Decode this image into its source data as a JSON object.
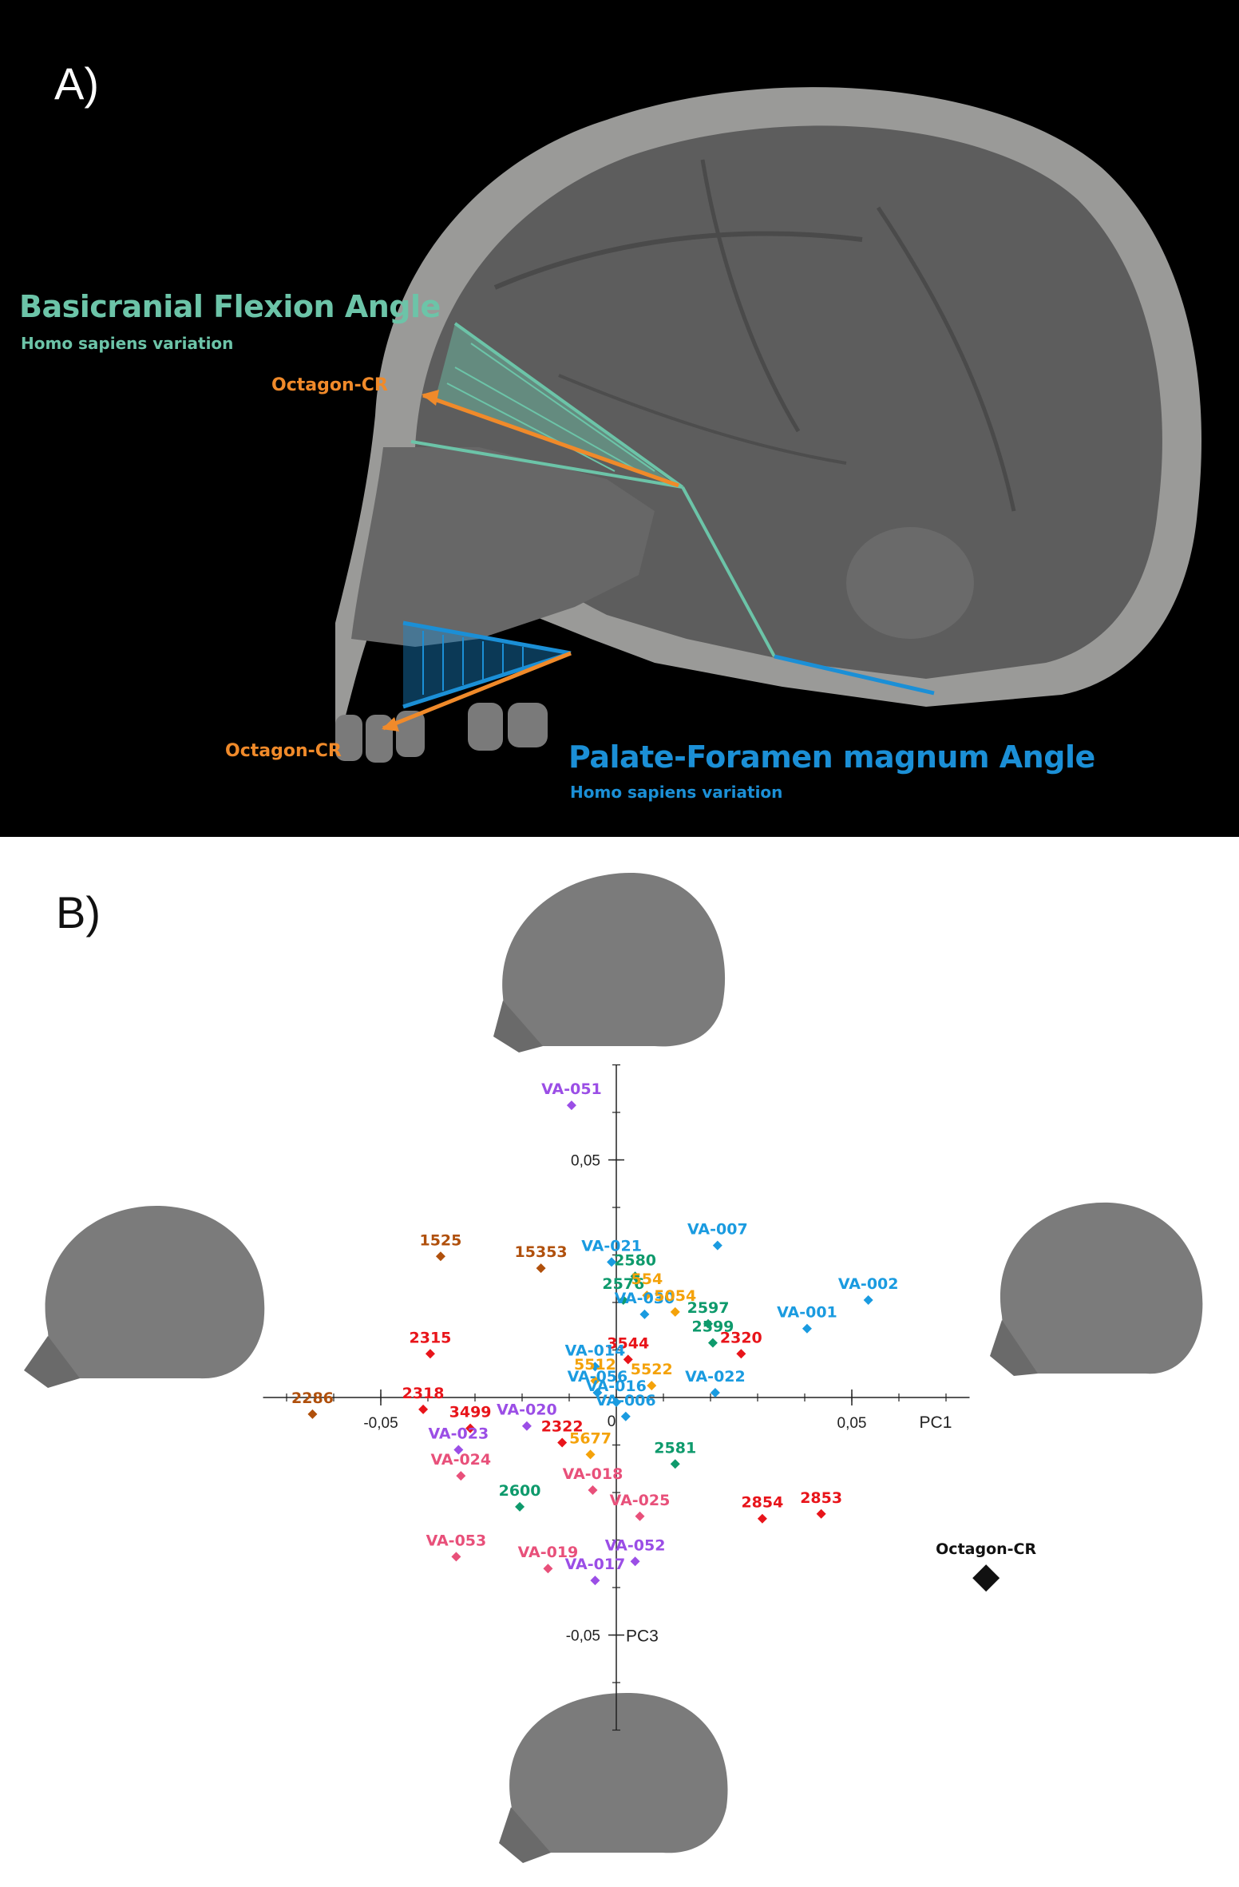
{
  "panel_a": {
    "label": "A)",
    "basicranial_title": "Basicranial Flexion Angle",
    "basicranial_sub": "Homo sapiens variation",
    "octagon_label_1": "Octagon-CR",
    "octagon_label_2": "Octagon-CR",
    "palate_title": "Palate-Foramen magnum Angle",
    "palate_sub": "Homo sapiens variation"
  },
  "panel_b": {
    "label": "B)"
  },
  "chart_data": {
    "type": "scatter",
    "title": "",
    "xlabel": "PC1",
    "ylabel": "PC3",
    "xlim": [
      -0.075,
      0.075
    ],
    "ylim": [
      -0.07,
      0.07
    ],
    "xticks": [
      -0.05,
      0.05
    ],
    "yticks": [
      0.05,
      -0.05
    ],
    "xtick_labels": [
      "-0,05",
      "0,05"
    ],
    "ytick_labels": [
      "0,05",
      "-0,05"
    ],
    "origin_label": "0",
    "grid": false,
    "colors": {
      "blue": "#1a9be0",
      "green": "#0e9a6c",
      "red": "#e8141a",
      "orange": "#f4a20a",
      "purple": "#9b4ee6",
      "pink": "#e8507a",
      "brown": "#b0500c",
      "black": "#111111"
    },
    "points": [
      {
        "label": "VA-051",
        "x": -0.0095,
        "y": 0.0615,
        "color": "purple"
      },
      {
        "label": "1525",
        "x": -0.0373,
        "y": 0.0297,
        "color": "brown"
      },
      {
        "label": "15353",
        "x": -0.016,
        "y": 0.0272,
        "color": "brown"
      },
      {
        "label": "VA-021",
        "x": -0.001,
        "y": 0.0285,
        "color": "blue"
      },
      {
        "label": "2580",
        "x": 0.004,
        "y": 0.0255,
        "color": "green"
      },
      {
        "label": "VA-007",
        "x": 0.0215,
        "y": 0.032,
        "color": "blue"
      },
      {
        "label": "2576",
        "x": 0.0015,
        "y": 0.0205,
        "color": "green"
      },
      {
        "label": "554",
        "x": 0.0065,
        "y": 0.0215,
        "color": "orange"
      },
      {
        "label": "VA-030",
        "x": 0.006,
        "y": 0.0175,
        "color": "blue"
      },
      {
        "label": "5054",
        "x": 0.0125,
        "y": 0.018,
        "color": "orange"
      },
      {
        "label": "2597",
        "x": 0.0195,
        "y": 0.0155,
        "color": "green"
      },
      {
        "label": "2599",
        "x": 0.0205,
        "y": 0.0115,
        "color": "green"
      },
      {
        "label": "VA-002",
        "x": 0.0535,
        "y": 0.0205,
        "color": "blue"
      },
      {
        "label": "VA-001",
        "x": 0.0405,
        "y": 0.0145,
        "color": "blue"
      },
      {
        "label": "2315",
        "x": -0.0395,
        "y": 0.0092,
        "color": "red"
      },
      {
        "label": "3544",
        "x": 0.0025,
        "y": 0.008,
        "color": "red"
      },
      {
        "label": "2320",
        "x": 0.0265,
        "y": 0.0092,
        "color": "red"
      },
      {
        "label": "VA-014",
        "x": -0.0045,
        "y": 0.0065,
        "color": "blue"
      },
      {
        "label": "5512",
        "x": -0.0045,
        "y": 0.0035,
        "color": "orange"
      },
      {
        "label": "5522",
        "x": 0.0075,
        "y": 0.0025,
        "color": "orange"
      },
      {
        "label": "VA-056",
        "x": -0.004,
        "y": 0.001,
        "color": "blue"
      },
      {
        "label": "VA-022",
        "x": 0.021,
        "y": 0.001,
        "color": "blue"
      },
      {
        "label": "VA-016",
        "x": 0.0,
        "y": -0.001,
        "color": "blue"
      },
      {
        "label": "VA-006",
        "x": 0.002,
        "y": -0.004,
        "color": "blue"
      },
      {
        "label": "2286",
        "x": -0.0645,
        "y": -0.0035,
        "color": "brown"
      },
      {
        "label": "2318",
        "x": -0.041,
        "y": -0.0025,
        "color": "red"
      },
      {
        "label": "3499",
        "x": -0.031,
        "y": -0.0065,
        "color": "red"
      },
      {
        "label": "VA-020",
        "x": -0.019,
        "y": -0.006,
        "color": "purple"
      },
      {
        "label": "2322",
        "x": -0.0115,
        "y": -0.0095,
        "color": "red"
      },
      {
        "label": "5677",
        "x": -0.0055,
        "y": -0.012,
        "color": "orange"
      },
      {
        "label": "VA-023",
        "x": -0.0335,
        "y": -0.011,
        "color": "purple"
      },
      {
        "label": "VA-024",
        "x": -0.033,
        "y": -0.0165,
        "color": "pink"
      },
      {
        "label": "2581",
        "x": 0.0125,
        "y": -0.014,
        "color": "green"
      },
      {
        "label": "VA-018",
        "x": -0.005,
        "y": -0.0195,
        "color": "pink"
      },
      {
        "label": "2600",
        "x": -0.0205,
        "y": -0.023,
        "color": "green"
      },
      {
        "label": "VA-025",
        "x": 0.005,
        "y": -0.025,
        "color": "pink"
      },
      {
        "label": "2854",
        "x": 0.031,
        "y": -0.0255,
        "color": "red"
      },
      {
        "label": "2853",
        "x": 0.0435,
        "y": -0.0245,
        "color": "red"
      },
      {
        "label": "VA-053",
        "x": -0.034,
        "y": -0.0335,
        "color": "pink"
      },
      {
        "label": "VA-019",
        "x": -0.0145,
        "y": -0.036,
        "color": "pink"
      },
      {
        "label": "VA-052",
        "x": 0.004,
        "y": -0.0345,
        "color": "purple"
      },
      {
        "label": "VA-017",
        "x": -0.0045,
        "y": -0.0385,
        "color": "purple"
      }
    ],
    "highlight": {
      "label": "Octagon-CR",
      "x": 0.0785,
      "y": -0.038,
      "color": "black",
      "marker": "diamond"
    }
  }
}
